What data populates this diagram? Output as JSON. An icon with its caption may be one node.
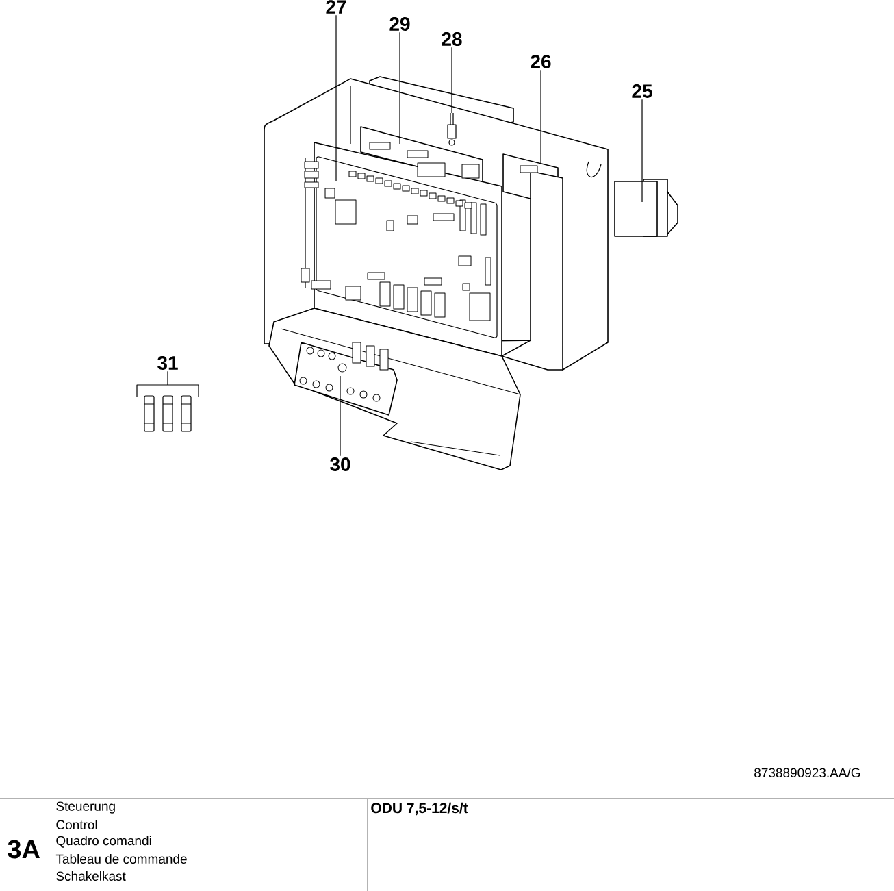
{
  "diagram": {
    "nodes": [
      {
        "text": [
          "27"
        ]
      },
      {
        "text": [
          "29"
        ]
      },
      {
        "text": [
          "28"
        ]
      },
      {
        "text": [
          "26"
        ]
      },
      {
        "text": [
          "25"
        ]
      },
      {
        "text": [
          "31"
        ]
      },
      {
        "text": [
          "30"
        ]
      }
    ],
    "edges": [
      {
        "from": 0,
        "to": null,
        "arrow": "none"
      },
      {
        "from": 1,
        "to": null,
        "arrow": "none"
      },
      {
        "from": 2,
        "to": null,
        "arrow": "none"
      },
      {
        "from": 3,
        "to": null,
        "arrow": "none"
      },
      {
        "from": 4,
        "to": null,
        "arrow": "none"
      },
      {
        "from": 5,
        "to": null,
        "arrow": "none"
      },
      {
        "from": 6,
        "to": null,
        "arrow": "none"
      }
    ],
    "labels": [
      "8738890923.AA/G",
      "3A",
      "Steuerung",
      "Control",
      "Quadro comandi",
      "Tableau de commande",
      "Schakelkast",
      "ODU 7,5-12/s/t"
    ]
  }
}
